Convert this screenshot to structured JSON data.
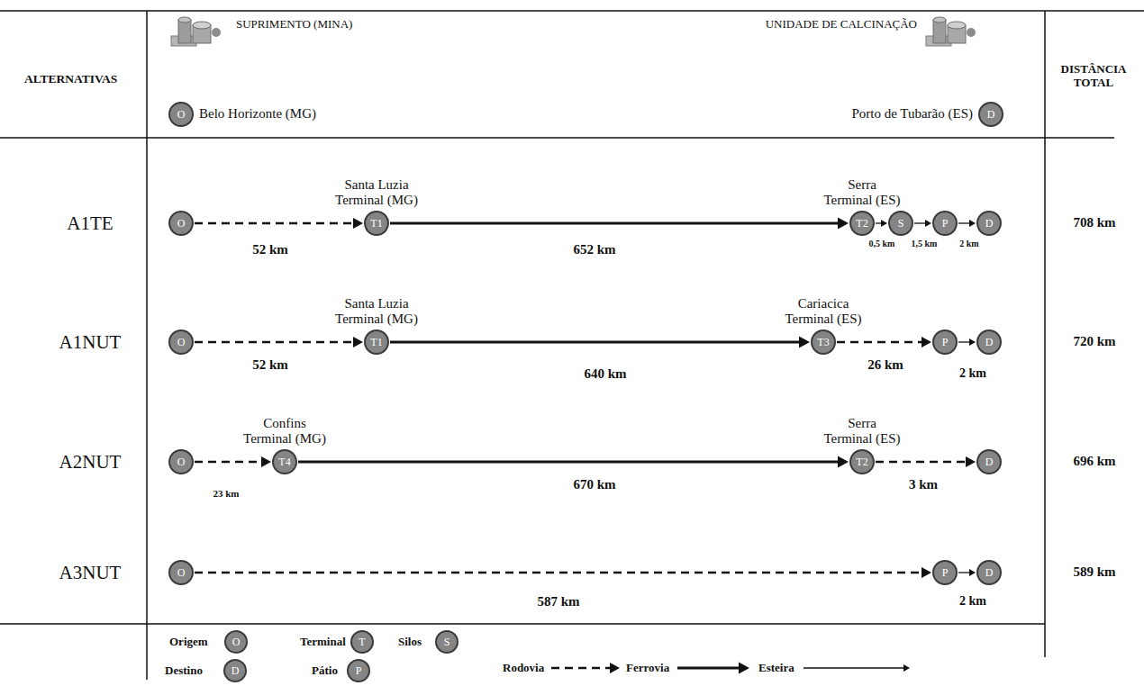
{
  "diagram": {
    "nodes": [
      {
        "text": [
          "O",
          "Belo Horizonte (MG)"
        ]
      },
      {
        "text": [
          "D",
          "Porto de Tubarão (ES)"
        ]
      },
      {
        "text": [
          "O"
        ]
      },
      {
        "text": [
          "T1",
          "Santa Luzia Terminal (MG)"
        ]
      },
      {
        "text": [
          "T2",
          "Serra Terminal (ES)"
        ]
      },
      {
        "text": [
          "S"
        ]
      },
      {
        "text": [
          "P"
        ]
      },
      {
        "text": [
          "D"
        ]
      },
      {
        "text": [
          "O"
        ]
      },
      {
        "text": [
          "T1",
          "Santa Luzia Terminal (MG)"
        ]
      },
      {
        "text": [
          "T3",
          "Cariacica Terminal (ES)"
        ]
      },
      {
        "text": [
          "P"
        ]
      },
      {
        "text": [
          "D"
        ]
      },
      {
        "text": [
          "O"
        ]
      },
      {
        "text": [
          "T4",
          "Confins Terminal (MG)"
        ]
      },
      {
        "text": [
          "T2",
          "Serra Terminal (ES)"
        ]
      },
      {
        "text": [
          "D"
        ]
      },
      {
        "text": [
          "O"
        ]
      },
      {
        "text": [
          "P"
        ]
      },
      {
        "text": [
          "D"
        ]
      }
    ],
    "edges": [
      {
        "from": 2,
        "to": 3,
        "arrow": "to",
        "label": "52 km"
      },
      {
        "from": 3,
        "to": 4,
        "arrow": "to",
        "label": "652 km"
      },
      {
        "from": 4,
        "to": 5,
        "arrow": "to",
        "label": "0,5 km"
      },
      {
        "from": 5,
        "to": 6,
        "arrow": "to",
        "label": "1,5 km"
      },
      {
        "from": 6,
        "to": 7,
        "arrow": "to",
        "label": "2 km"
      },
      {
        "from": 8,
        "to": 9,
        "arrow": "to",
        "label": "52 km"
      },
      {
        "from": 9,
        "to": 10,
        "arrow": "to",
        "label": "640 km"
      },
      {
        "from": 10,
        "to": 11,
        "arrow": "to",
        "label": "26 km"
      },
      {
        "from": 11,
        "to": 12,
        "arrow": "to",
        "label": "2 km"
      },
      {
        "from": 13,
        "to": 14,
        "arrow": "to",
        "label": "23 km"
      },
      {
        "from": 14,
        "to": 15,
        "arrow": "to",
        "label": "670 km"
      },
      {
        "from": 15,
        "to": 16,
        "arrow": "to",
        "label": "3 km"
      },
      {
        "from": 17,
        "to": 18,
        "arrow": "to",
        "label": "587 km"
      },
      {
        "from": 18,
        "to": 19,
        "arrow": "to",
        "label": "2 km"
      }
    ],
    "labels": [
      "ALTERNATIVAS",
      "SUPRIMENTO (MINA)",
      "UNIDADE DE CALCINAÇÃO",
      "DISTÂNCIA TOTAL",
      "A1TE",
      "A1NUT",
      "A2NUT",
      "A3NUT",
      "708 km",
      "720 km",
      "696 km",
      "589 km",
      "O",
      "T",
      "S",
      "D",
      "P"
    ],
    "legend": [
      {
        "text": "Origem"
      },
      {
        "text": "Terminal"
      },
      {
        "text": "Silos"
      },
      {
        "text": "Destino"
      },
      {
        "text": "Pátio"
      },
      {
        "text": "Rodovia"
      },
      {
        "text": "Ferrovia"
      },
      {
        "text": "Esteira"
      }
    ]
  }
}
